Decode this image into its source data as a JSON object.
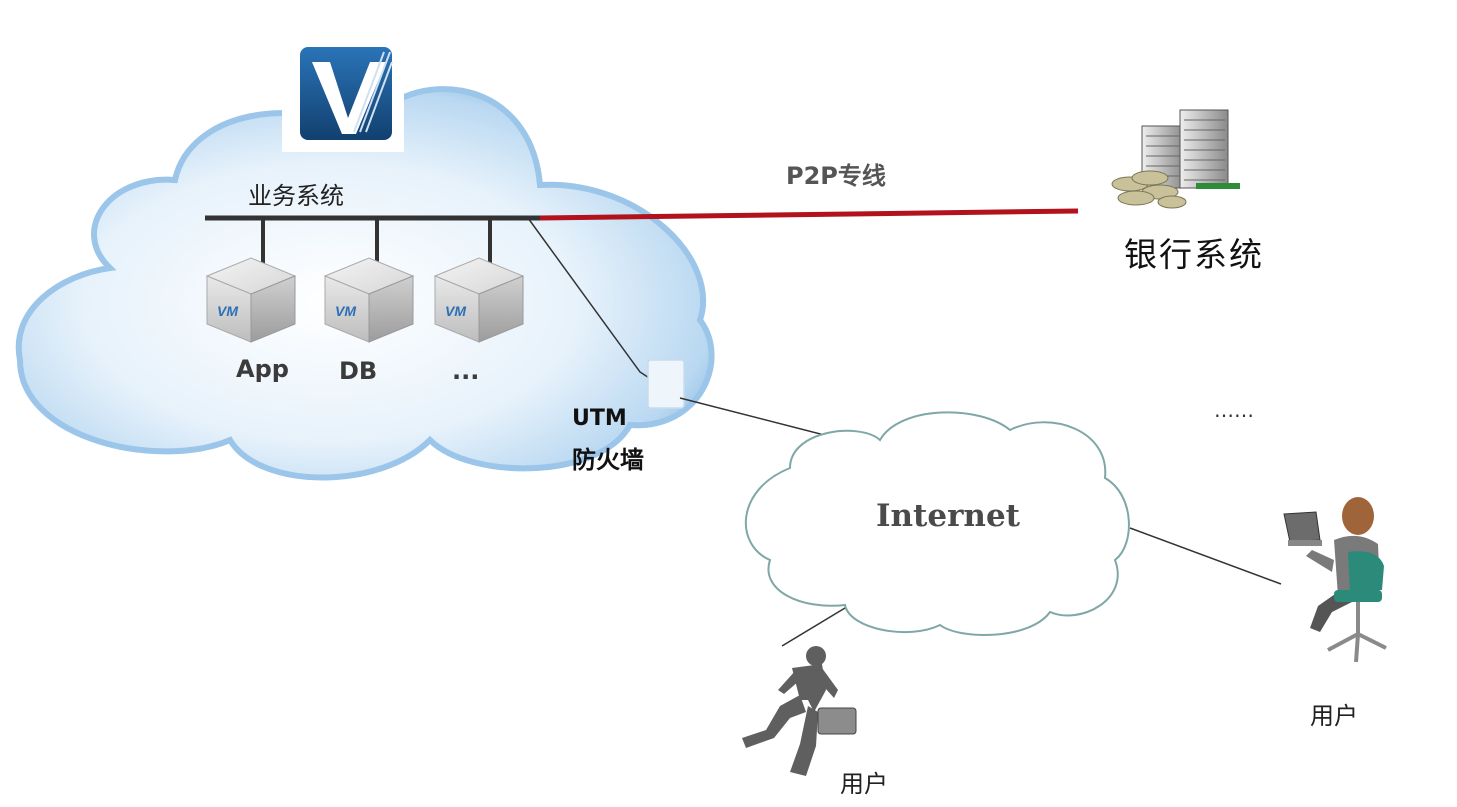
{
  "cloud": {
    "title": "业务系统",
    "vm_badge": "VM",
    "vms": [
      "App",
      "DB",
      "..."
    ]
  },
  "link": {
    "p2p_label": "P2P专线"
  },
  "bank": {
    "label": "银行系统"
  },
  "firewall": {
    "line1": "UTM",
    "line2": "防火墙"
  },
  "internet": {
    "label": "Internet"
  },
  "ellipsis": "……",
  "users": {
    "runner_label": "用户",
    "seated_label": "用户"
  },
  "colors": {
    "cloud_fill": "#cfe5f7",
    "cloud_edge": "#7fb2df",
    "bus_line": "#333333",
    "p2p_line": "#b1121b",
    "internet_outline": "#7fa7a6",
    "logo_blue": "#1d5d9b"
  }
}
